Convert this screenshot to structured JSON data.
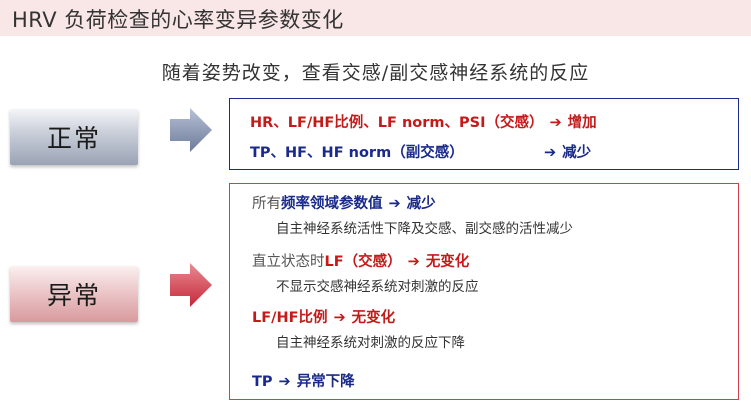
{
  "header": {
    "title": "HRV 负荷检查的心率变异参数变化",
    "subtitle": "随着姿势改变，查看交感/副交感神经系统的反应"
  },
  "normal": {
    "label": "正常",
    "line1": {
      "text": "HR、LF/HF比例、LF norm、PSI（交感）",
      "arrow": "➔",
      "result": "增加"
    },
    "line2": {
      "text": "TP、HF、HF norm（副交感）",
      "arrow": "➔",
      "result": "减少"
    }
  },
  "abnormal": {
    "label": "异常",
    "item1": {
      "prefix": "所有",
      "bold": "频率领域参数值",
      "arrow": "➔",
      "result": "减少",
      "desc": "自主神经系统活性下降及交感、副交感的活性减少"
    },
    "item2": {
      "prefix": "直立状态时",
      "bold": "LF（交感）",
      "arrow": "➔",
      "result": "无变化",
      "desc": "不显示交感神经系统对刺激的反应"
    },
    "item3": {
      "bold": "LF/HF比例",
      "arrow": "➔",
      "result": "无变化",
      "desc": "自主神经系统对刺激的反应下降"
    },
    "item4": {
      "bold": "TP",
      "arrow": "➔",
      "result": "异常下降"
    }
  },
  "colors": {
    "accent_red": "#c41a1a",
    "accent_blue": "#1a2a8a",
    "title_bg": "#f9e6e6"
  }
}
